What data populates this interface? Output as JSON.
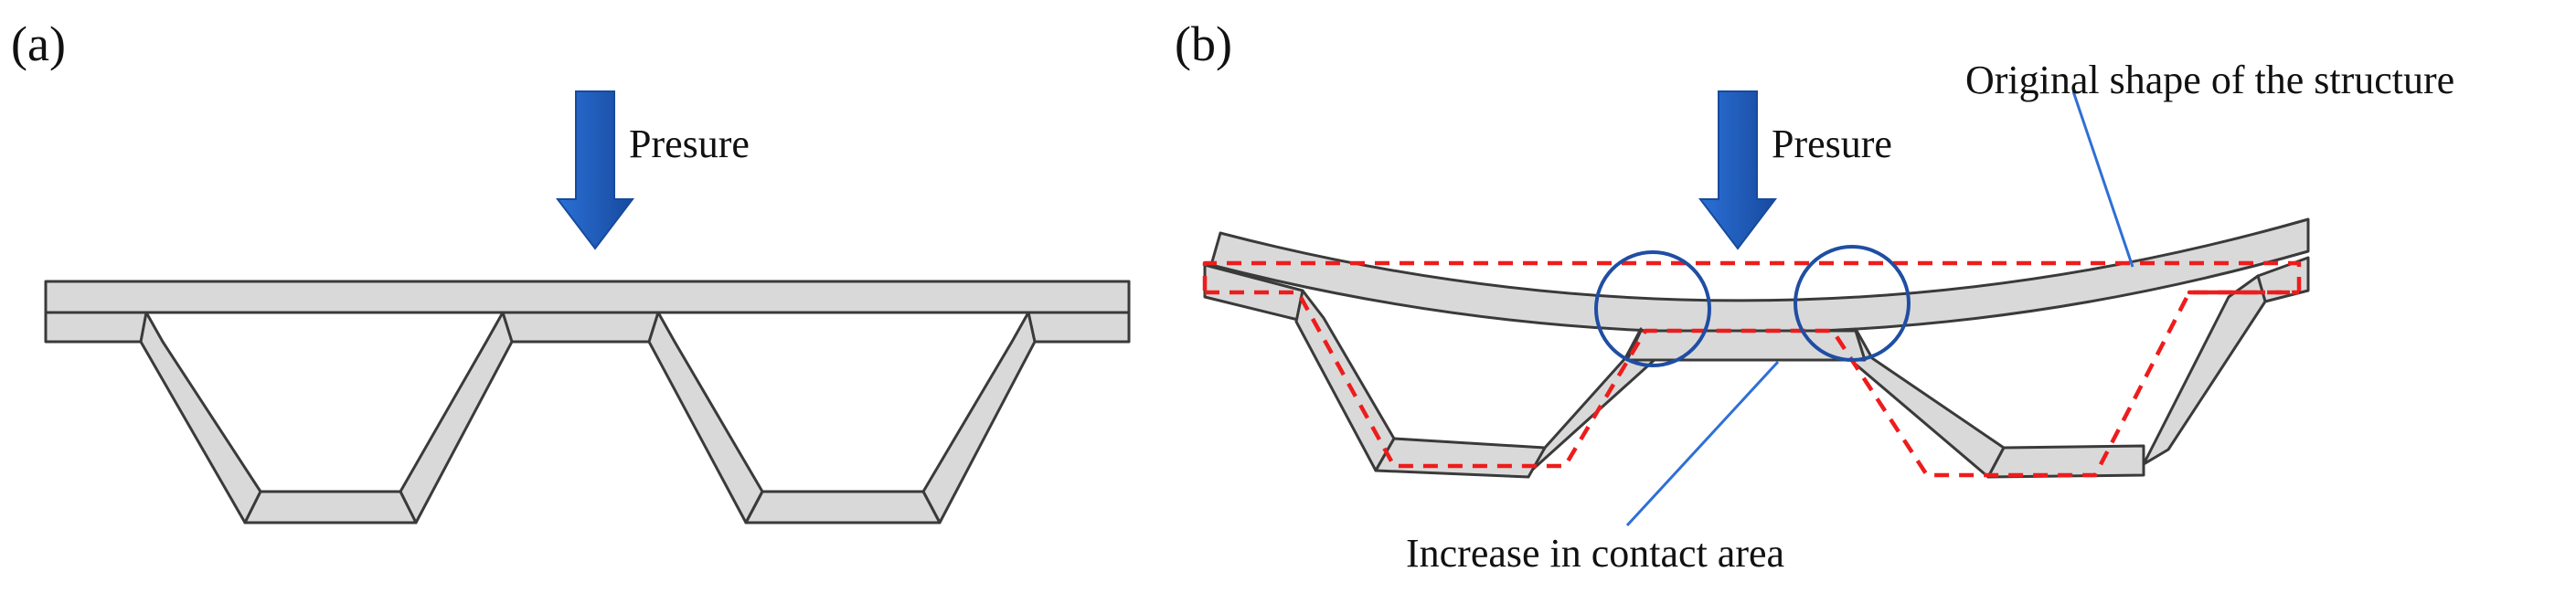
{
  "panels": {
    "a": {
      "tag": "(a)",
      "pressure_label": "Presure"
    },
    "b": {
      "tag": "(b)",
      "pressure_label": "Presure",
      "annotation_original": "Original shape of the structure",
      "annotation_contact": "Increase in contact area"
    }
  },
  "colors": {
    "arrow": "#1f5fbf",
    "structure_fill": "#d9d9d9",
    "outline": "#3a3a3a",
    "original_shape_dashed": "#ee1c1c",
    "circle": "#1f4ea3",
    "leader": "#2f6fd6"
  }
}
